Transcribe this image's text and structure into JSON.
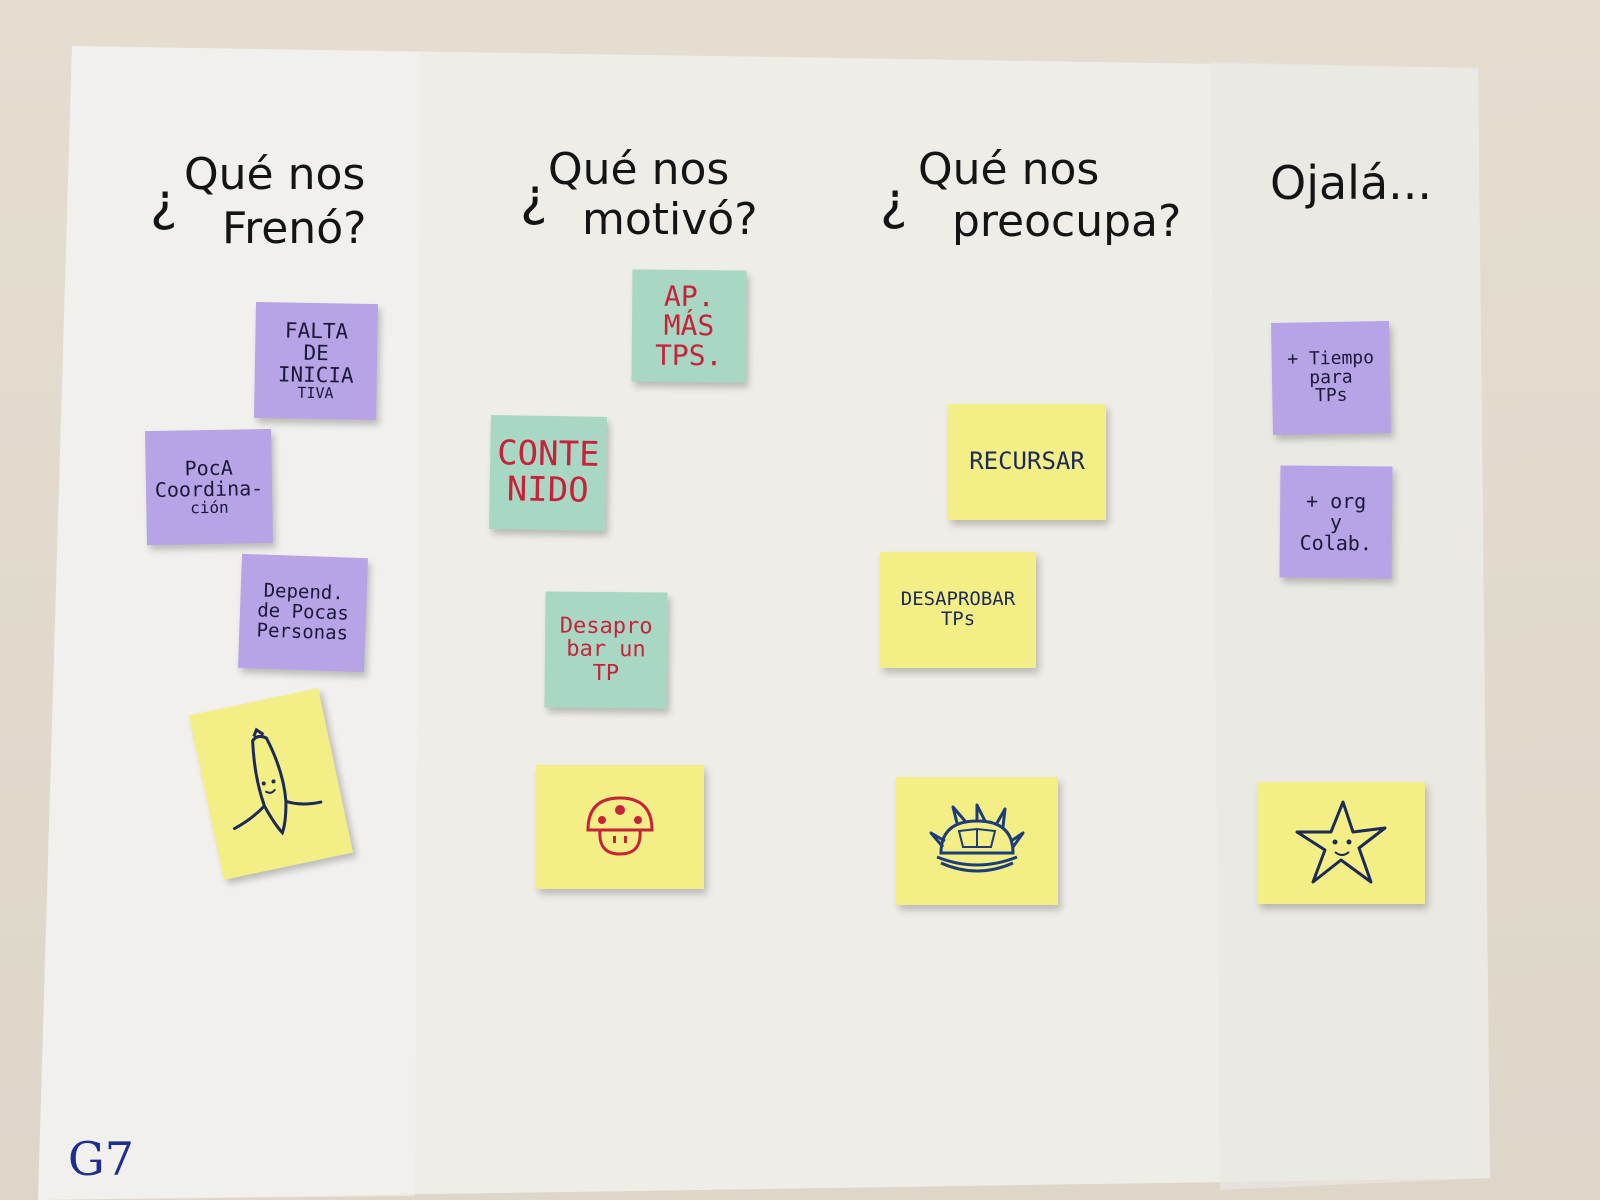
{
  "columns": [
    {
      "q": "¿",
      "line1": "Qué nos",
      "line2": "Frenó?"
    },
    {
      "q": "¿",
      "line1": "Qué nos",
      "line2": "motivó?"
    },
    {
      "q": "¿",
      "line1": "Qué nos",
      "line2": "preocupa?"
    },
    {
      "q": "",
      "line1": "Ojalá...",
      "line2": ""
    }
  ],
  "notes": {
    "freno": [
      {
        "lines": [
          "FALTA",
          "DE",
          "INICIA",
          "TIVA"
        ],
        "color": "#b6a4e6"
      },
      {
        "lines": [
          "PocA",
          "Coordina-",
          "ción"
        ],
        "color": "#b6a4e6"
      },
      {
        "lines": [
          "Depend.",
          "de Pocas",
          "Personas"
        ],
        "color": "#b6a4e6"
      }
    ],
    "motivo": [
      {
        "lines": [
          "AP. MÁS",
          "TPS."
        ],
        "color": "#a8d8c3"
      },
      {
        "lines": [
          "CONTE",
          "NIDO"
        ],
        "color": "#a8d8c3"
      },
      {
        "lines": [
          "Desapro",
          "bar un",
          "TP"
        ],
        "color": "#a8d8c3"
      }
    ],
    "preocupa": [
      {
        "lines": [
          "RECURSAR"
        ],
        "color": "#f3ef86"
      },
      {
        "lines": [
          "DESAPROBAR",
          "TPs"
        ],
        "color": "#f3ef86"
      }
    ],
    "ojala": [
      {
        "lines": [
          "+ Tiempo",
          "para",
          "TPs"
        ],
        "color": "#b6a4e6"
      },
      {
        "lines": [
          "+ org",
          "y",
          "Colab."
        ],
        "color": "#b6a4e6"
      }
    ]
  },
  "drawings": [
    "banana-drawing",
    "mushroom-drawing",
    "spiny-shell-drawing",
    "star-drawing"
  ],
  "corner_label": "G7"
}
